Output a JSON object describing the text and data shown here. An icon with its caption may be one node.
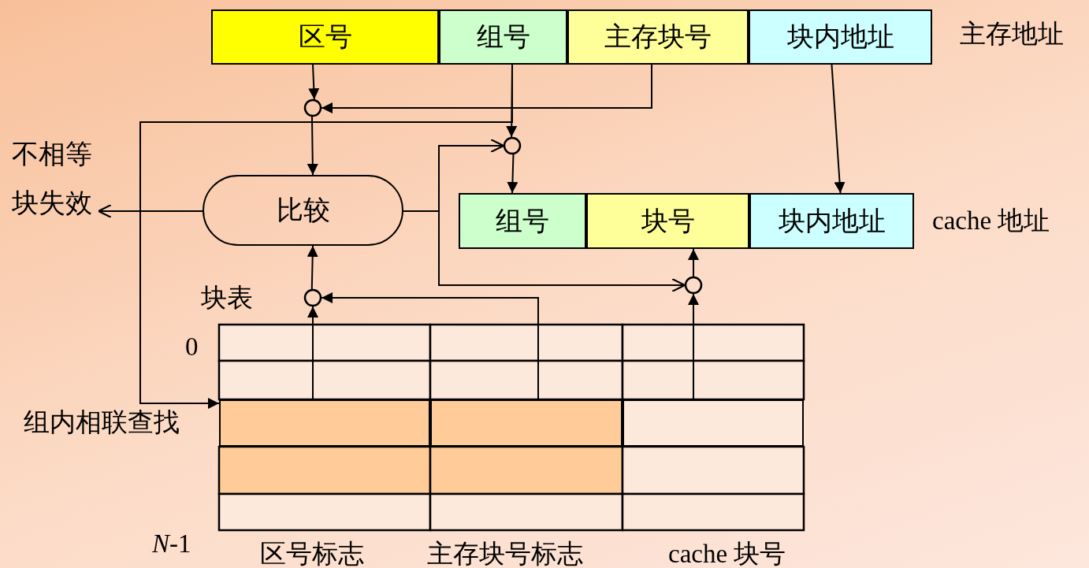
{
  "diagram": {
    "nodes": [
      {
        "text": [
          "区号"
        ]
      },
      {
        "text": [
          "组号"
        ]
      },
      {
        "text": [
          "主存块号"
        ]
      },
      {
        "text": [
          "块内地址"
        ]
      },
      {
        "text": [],
        "shape": "circle"
      },
      {
        "text": [],
        "shape": "circle"
      },
      {
        "text": [
          "比较"
        ]
      },
      {
        "text": [
          "组号"
        ]
      },
      {
        "text": [
          "块号"
        ]
      },
      {
        "text": [
          "块内地址"
        ]
      },
      {
        "text": [],
        "shape": "circle"
      },
      {
        "text": [],
        "shape": "circle"
      },
      {
        "text": [],
        "shape": "box"
      },
      {
        "text": [],
        "shape": "box"
      },
      {
        "text": [],
        "shape": "box"
      },
      {
        "text": [
          "不相等块失效"
        ]
      }
    ],
    "edges": [
      {
        "from": 0,
        "to": 4,
        "arrow": "to"
      },
      {
        "from": 2,
        "to": 4,
        "arrow": "to"
      },
      {
        "from": 4,
        "to": 6,
        "arrow": "to"
      },
      {
        "from": 1,
        "to": 5,
        "arrow": "to"
      },
      {
        "from": 1,
        "to": 12,
        "arrow": "to"
      },
      {
        "from": 6,
        "to": 5,
        "arrow": "to"
      },
      {
        "from": 6,
        "to": 10,
        "arrow": "to"
      },
      {
        "from": 5,
        "to": 7,
        "arrow": "to"
      },
      {
        "from": 3,
        "to": 9,
        "arrow": "to"
      },
      {
        "from": 10,
        "to": 8,
        "arrow": "to"
      },
      {
        "from": 14,
        "to": 10,
        "arrow": "to"
      },
      {
        "from": 12,
        "to": 11,
        "arrow": "to"
      },
      {
        "from": 13,
        "to": 11,
        "arrow": "to"
      },
      {
        "from": 11,
        "to": 6,
        "arrow": "to"
      },
      {
        "from": 6,
        "to": 15,
        "arrow": "to"
      }
    ],
    "labels": [
      "主存地址",
      "cache 地址",
      "块表",
      "0",
      "组内相联查找",
      "*N*-1",
      "区号标志",
      "主存块号标志",
      "cache 块号"
    ]
  }
}
